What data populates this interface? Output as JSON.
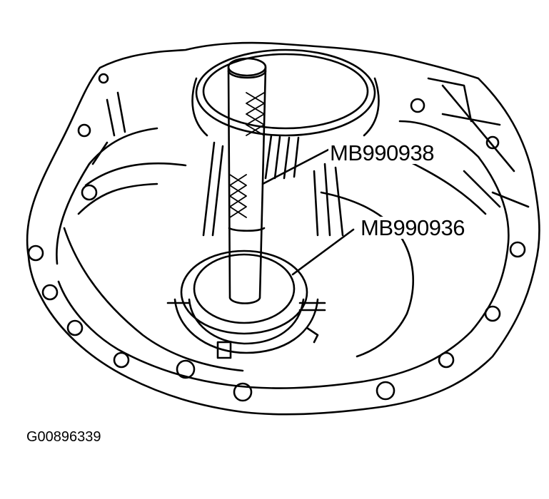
{
  "diagram": {
    "type": "technical line illustration",
    "subject": "Special tool installation in transaxle case",
    "line_color": "#000000",
    "background": "#ffffff"
  },
  "labels": {
    "tool_upper": "MB990938",
    "tool_lower": "MB990936"
  },
  "figure_id": "G00896339"
}
